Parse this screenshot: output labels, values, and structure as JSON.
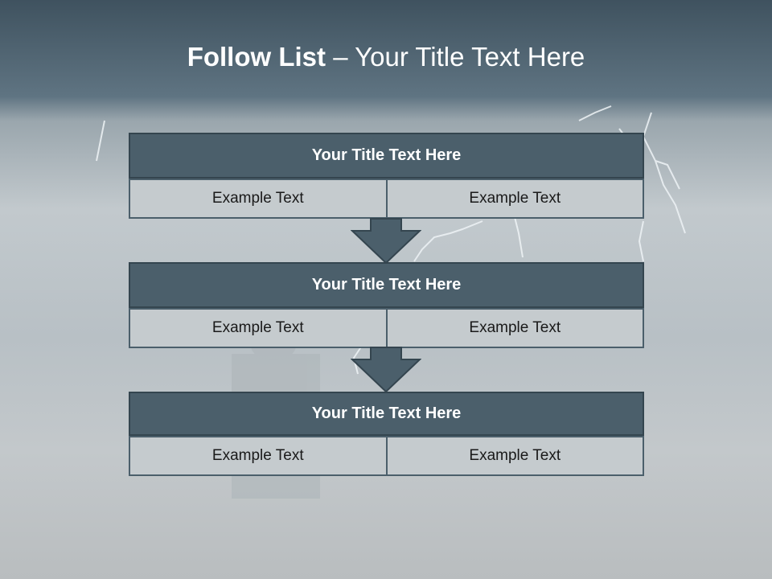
{
  "slide": {
    "title_bold": "Follow List",
    "title_rest": "– Your Title Text Here"
  },
  "steps": [
    {
      "title": "Your Title Text Here",
      "left": "Example Text",
      "right": "Example Text"
    },
    {
      "title": "Your Title Text Here",
      "left": "Example Text",
      "right": "Example Text"
    },
    {
      "title": "Your Title Text Here",
      "left": "Example Text",
      "right": "Example Text"
    }
  ],
  "colors": {
    "header_fill": "#4b5f6b",
    "cell_fill": "#c5cbce",
    "arrow_fill": "#4b5f6b"
  }
}
